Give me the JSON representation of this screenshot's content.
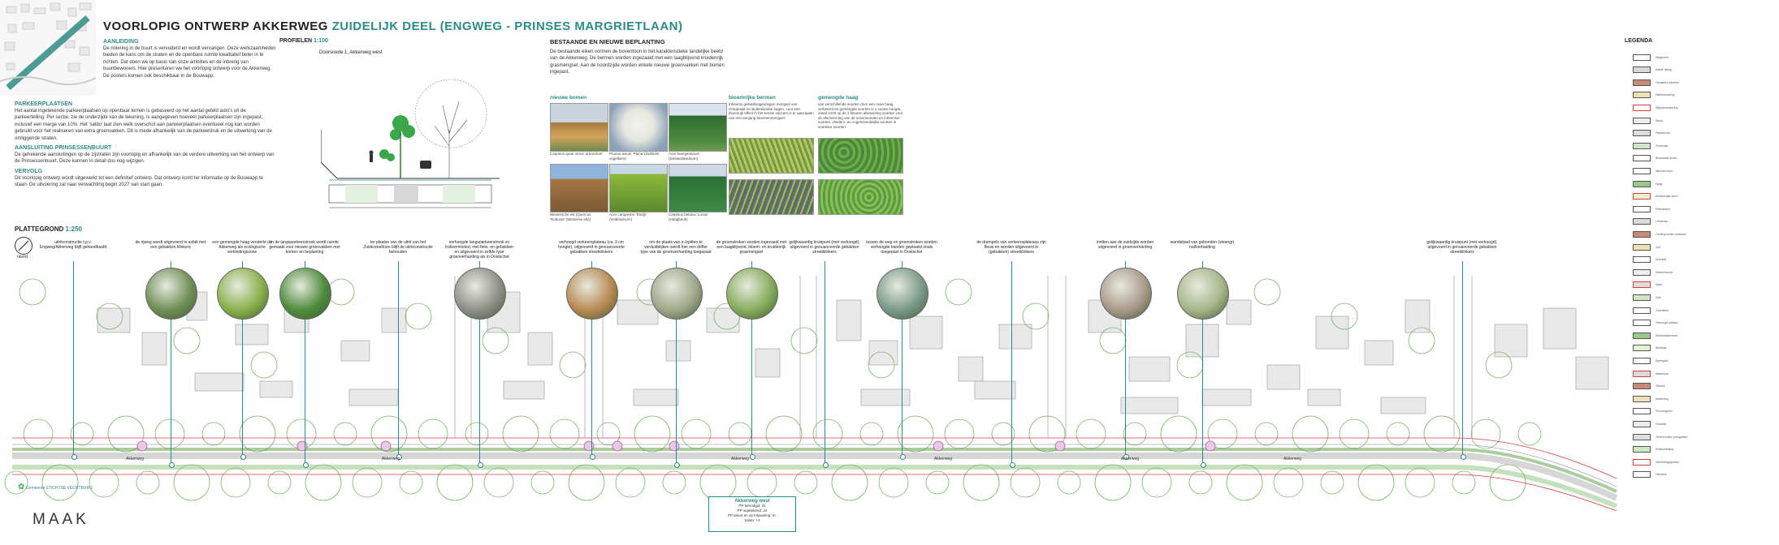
{
  "title": {
    "main": "VOORLOPIG ONTWERP AKKERWEG",
    "sub": "ZUIDELIJK DEEL (ENGWEG - PRINSES MARGRIETLAAN)"
  },
  "left": {
    "sections": [
      {
        "heading": "AANLEIDING",
        "text": "De riolering in de buurt is vervuderd en wordt vervangen. Deze werkzaamheden bieden de kans om de straten en de openbare ruimte kwalitatief beter in te richten. Dat doen we op basis van onze ambities en de inbreng van buurtbewoners. Hier presenteren we het voorlopig ontwerp voor de Akkerweg. De posters komen ook beschikbaar in de Bouwapp."
      },
      {
        "heading": "PARKEERPLAATSEN",
        "text": "Het aantal ingetekende parkeerplaatsen op openbaar terrein is gebaseerd op het aantal geteld auto's uit de parkeertelling. Per sectie, zie de onderzijde van de tekening, is aangegeven hoeveel parkeerplaatsen zijn ingepast, inclusief een marge van 10%. Het 'saldo' laat zien welk overschot aan parkeerplaatsen eventueel nog kan worden gebruikt voor het realiseren van extra groenvakken. Dit is mede afhankelijk van de parkeerdruk en de uitwerking van de omliggende straten."
      },
      {
        "heading": "AANSLUITING PRINSESSENBUURT",
        "text": "De gehekende aansluitingen op de zijstraten zijn voorlopig en afhankelijk van de verdere uitwerking van het ontwerp van de Prinsessenbuurt. Deze kunnen in detail dus nog wijzigen."
      },
      {
        "heading": "VERVOLG",
        "text": "Dit voorlopig ontwerp wordt uitgewerkt tot een definitief ontwerp. Dat ontwerp komt ter informatie op de Bouwapp te staan. De uitvoering zal naar verwachting begin 2027 van start gaan."
      }
    ]
  },
  "profielen": {
    "title": "PROFIELEN",
    "scale": "1:100",
    "subtitle": "Doorsnede 1, Akkerweg west"
  },
  "beplanting": {
    "title": "BESTAANDE EN NIEUWE BEPLANTING",
    "intro": "De bestaande eiken vormen de boventoon in het karakteristieke landelijke beeld van de Akkerweg. De bermen worden ingezaaid met een laagblijvend kruidenrijk grasmengsel. Aan de noordzijde worden enkele nieuwe groenvakken met bomen ingepast.",
    "groups": [
      {
        "heading": "nieuwe bomen"
      },
      {
        "heading": "bloemrijke bermen",
        "text": "Inheems gebiedseigen/eigen mengsel van Oranjeaak en Buitenlandse hagen. voor een bloemrijk effect in het eerste seizoen is er aanzaaien van een eenjarig bloemenmengsel."
      },
      {
        "heading": "gemengde haag",
        "text": "van verschillende soorten door een ruwe haag verbeterd en gemengde soorten is 1 soorte hoogte, vanaf 2100 op de 2 kleuren afwisseling soorten voor de afscherming van de omwonenden en inheemse soorten, vlinders- en vogelvriendelijke soorten in voorkeur soorten."
      }
    ],
    "captions": [
      "Carpinus quae ornus 'arboretum'",
      "Prunus avium 'Plena' (Dubbele vogelkers)",
      "Acer buergerianum (Drietandesdoorn)",
      "Westersche eik (Quercus 'Robusta' (Westerse eik))",
      "Acer campestre 'Elsrijk' (Veldesdoorn)",
      "Carpinus betulus 'Lucas' (Haagbeuk)"
    ]
  },
  "legend": {
    "title": "LEGENDA",
    "items": [
      "Wegbeeld",
      "Asfalt, rijweg",
      "Gebakken klinkers",
      "Halfverharding",
      "Rijbaanmarkering",
      "Stoep",
      "Parkeervak",
      "Groenvak",
      "Bestaande boom",
      "Nieuwe boom",
      "Haag",
      "Kruidenrijke berm",
      "Fietsnietjes",
      "Lichtmast",
      "Ondergrondse container",
      "Inrit",
      "Drempel",
      "Verkeersbord",
      "Wadi",
      "Kolk",
      "Oversteek",
      "Verhoogd plateau",
      "Snelheidsremmer",
      "Afvalbak",
      "Speelplek",
      "Waterloop",
      "Zitbank",
      "Markering",
      "Perceelgrens",
      "Gevellijn",
      "Terrein buiten plangebied",
      "Erfafscheiding",
      "Uitwerkingsgebied",
      "Hekwerk"
    ]
  },
  "plattegrond": {
    "title": "PLATTEGROND",
    "scale": "1:250",
    "north": "noord"
  },
  "annotations": [
    "uitritconstructie t.p.v. Engweg/Akkerweg blijft gehandhaafd",
    "de rijweg wordt uitgevoerd in asfalt met een gebakken klinkers",
    "een gemengde haag versterkt de Akkerweg als ecologische verbindingszone",
    "in de langsparkeerstrook wordt ruimte gemaakt voor nieuwe groenvakken met bomen en beplanting",
    "ter plaatse van de uitrit van het Zuiderzeeltrum blijft de uitritconstructie behouden",
    "verhoogde langsparkeerstrook zo trottoirminded, met fiets- en gebakken en uitgevoerd in zelfde type groenverharding als in Oostschot",
    "verhoogd verkeersplateau (ca. 3 cm hoogte), uitgevoerd in genuanceerde gebakken streetklinkers",
    "om de plaats van n-/spitten te verduidelijken wordt hier een drifter type van de groenverharding toegepast",
    "de groenstroken worden ingezaaid met een laagblijvend, bloem- en kruidenrijk grasmengsel",
    "gelijkwaardig kruispunt (met verhoogd), uitgevoerd in genuanceerde gebakken streetklinkers",
    "tussen de weg en groenstroken worden verhoogde banden geplaatst zoals toegepast in Oostschot",
    "de drempels van verkeersplateaus zijn fleuw en worden uitgevoerd in (gebakken) streetklinkers",
    "inritten aan de zuidzijde worden uitgevoerd in groenverharding",
    "wandelpad van gebonden (steengr) halfverharding",
    "gelijkwaardig kruispunt (met verhoogd), uitgevoerd in genuanceerde gebakken streetklinkers"
  ],
  "street_labels": [
    "Akkerweg",
    "Akkerweg",
    "Akkerweg",
    "Akkerweg",
    "Akkerweg",
    "Akkerweg"
  ],
  "infobox": {
    "title": "Akkerweg west",
    "lines": [
      "PP benodigd: 31",
      "PP ingetekend: 34",
      "PP tekort en op Inkaveling: 0+",
      "Saldo: +3"
    ]
  },
  "logos": {
    "gemeente": "Gemeente STICHTSE VECHTBURG",
    "maak": "MAAK"
  }
}
